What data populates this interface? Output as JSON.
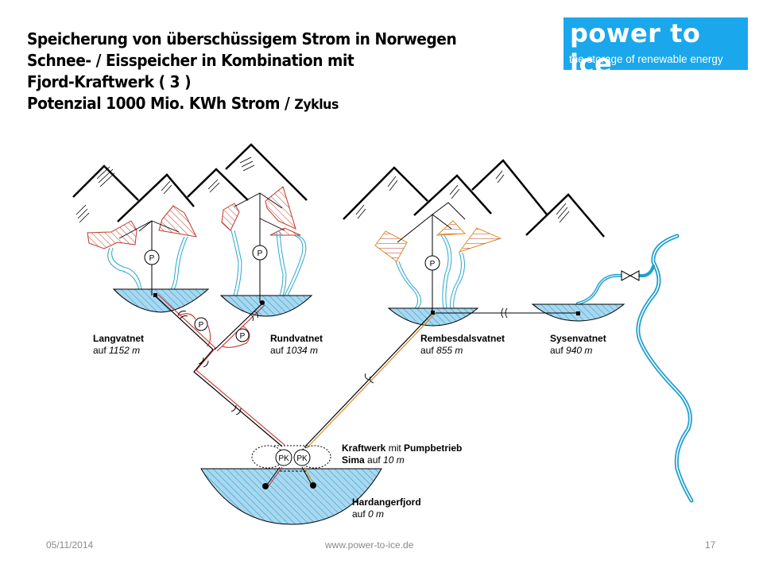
{
  "slide": {
    "title_lines": [
      "Speicherung von überschüssigem Strom in Norwegen",
      "Schnee- / Eisspeicher in Kombination mit",
      "Fjord-Kraftwerk ( 3 )",
      "Potenzial  1000 Mio. KWh Strom / "
    ],
    "title_suffix": "Zyklus",
    "logo": {
      "brand": "power to ice",
      "tagline": "the storage of renewable energy",
      "background_color": "#1aa7ec"
    },
    "footer": {
      "date": "05/11/2014",
      "url": "www.power-to-ice.de",
      "page_number": "17"
    }
  },
  "diagram": {
    "colors": {
      "water_fill": "#a8d8f0",
      "water_hatch": "#1f8fbf",
      "stream": "#2aa8d0",
      "snow_red": "#c0392b",
      "snow_orange": "#e67e22",
      "pipe_red": "#cc2222",
      "pipe_orange": "#e08a1e"
    },
    "pump_label": "P",
    "plant_label": "PK",
    "lakes": [
      {
        "name": "Langvatnet",
        "altitude_prefix": "auf ",
        "altitude": "1152 m"
      },
      {
        "name": "Rundvatnet",
        "altitude_prefix": "auf ",
        "altitude": "1034 m"
      },
      {
        "name": "Rembesdalsvatnet",
        "altitude_prefix": "auf ",
        "altitude": "855 m"
      },
      {
        "name": "Sysenvatnet",
        "altitude_prefix": "auf ",
        "altitude": "940 m"
      }
    ],
    "plant": {
      "name_bold_1": "Kraftwerk",
      "name_mid": " mit ",
      "name_bold_2": "Pumpbetrieb",
      "site_bold": "Sima",
      "site_prefix": " auf ",
      "site_altitude": "10 m"
    },
    "fjord": {
      "name": "Hardangerfjord",
      "altitude_prefix": "auf ",
      "altitude": "0 m"
    }
  }
}
